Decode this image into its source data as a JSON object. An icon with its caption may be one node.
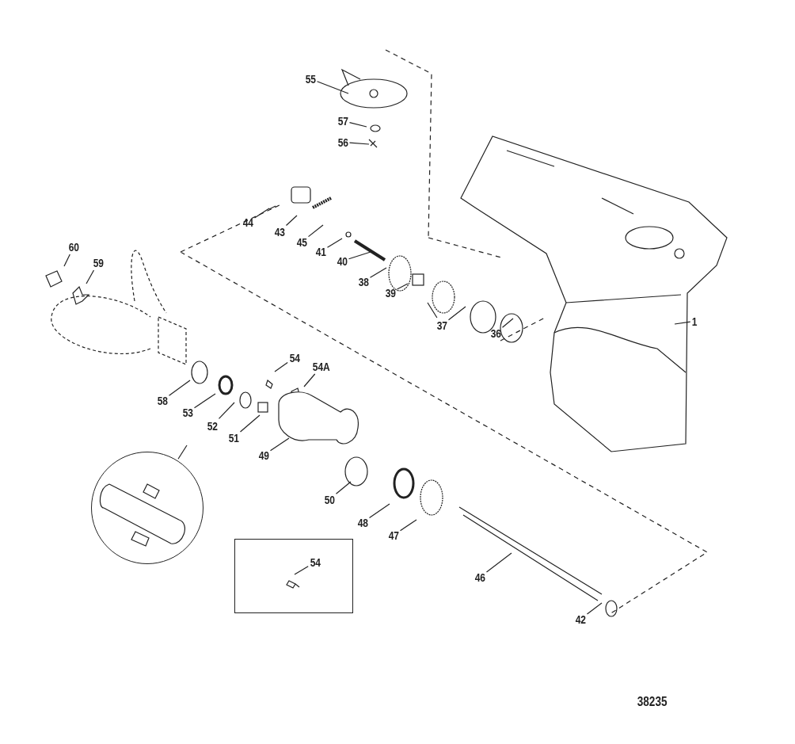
{
  "diagram": {
    "nodes": [
      {
        "text": [
          "55"
        ]
      },
      {
        "text": [
          "57"
        ]
      },
      {
        "text": [
          "56"
        ]
      },
      {
        "text": [
          "44"
        ]
      },
      {
        "text": [
          "43"
        ]
      },
      {
        "text": [
          "45"
        ]
      },
      {
        "text": [
          "41"
        ]
      },
      {
        "text": [
          "40"
        ]
      },
      {
        "text": [
          "60"
        ]
      },
      {
        "text": [
          "59"
        ]
      },
      {
        "text": [
          "38"
        ]
      },
      {
        "text": [
          "39"
        ]
      },
      {
        "text": [
          "37"
        ]
      },
      {
        "text": [
          "36"
        ]
      },
      {
        "text": [
          "1"
        ]
      },
      {
        "text": [
          "54"
        ]
      },
      {
        "text": [
          "54A"
        ]
      },
      {
        "text": [
          "58"
        ]
      },
      {
        "text": [
          "53"
        ]
      },
      {
        "text": [
          "52"
        ]
      },
      {
        "text": [
          "51"
        ]
      },
      {
        "text": [
          "49"
        ]
      },
      {
        "text": [],
        "shape": "picture"
      },
      {
        "text": [
          "50"
        ]
      },
      {
        "text": [
          "48"
        ]
      },
      {
        "text": [
          "47"
        ]
      },
      {
        "text": [],
        "shape": "box"
      },
      {
        "text": [
          "54"
        ],
        "in": 26
      },
      {
        "text": [
          "46"
        ]
      },
      {
        "text": [
          "42"
        ]
      }
    ],
    "edges": [
      {
        "from": 0,
        "to": null,
        "arrow": "none"
      },
      {
        "from": 1,
        "to": null,
        "arrow": "none"
      },
      {
        "from": 2,
        "to": null,
        "arrow": "none"
      },
      {
        "from": 3,
        "to": null,
        "arrow": "none"
      },
      {
        "from": 4,
        "to": null,
        "arrow": "none"
      },
      {
        "from": 5,
        "to": null,
        "arrow": "none"
      },
      {
        "from": 6,
        "to": null,
        "arrow": "none"
      },
      {
        "from": 7,
        "to": null,
        "arrow": "none"
      },
      {
        "from": 8,
        "to": null,
        "arrow": "none"
      },
      {
        "from": 9,
        "to": null,
        "arrow": "none"
      },
      {
        "from": 10,
        "to": null,
        "arrow": "none"
      },
      {
        "from": 11,
        "to": null,
        "arrow": "none"
      },
      {
        "from": 12,
        "to": null,
        "arrow": "none"
      },
      {
        "from": 13,
        "to": null,
        "arrow": "none"
      },
      {
        "from": 14,
        "to": null,
        "arrow": "none"
      },
      {
        "from": 15,
        "to": null,
        "arrow": "none"
      },
      {
        "from": 16,
        "to": null,
        "arrow": "none"
      },
      {
        "from": 17,
        "to": null,
        "arrow": "none"
      },
      {
        "from": 18,
        "to": null,
        "arrow": "none"
      },
      {
        "from": 19,
        "to": null,
        "arrow": "none"
      },
      {
        "from": 20,
        "to": null,
        "arrow": "none"
      },
      {
        "from": 21,
        "to": null,
        "arrow": "none"
      },
      {
        "from": 22,
        "to": null,
        "arrow": "none"
      },
      {
        "from": 23,
        "to": null,
        "arrow": "none"
      },
      {
        "from": 24,
        "to": null,
        "arrow": "none"
      },
      {
        "from": 25,
        "to": null,
        "arrow": "none"
      },
      {
        "from": 27,
        "to": null,
        "arrow": "none"
      },
      {
        "from": 28,
        "to": null,
        "arrow": "none"
      },
      {
        "from": 29,
        "to": null,
        "arrow": "none"
      }
    ],
    "labels": [
      "38235"
    ]
  }
}
